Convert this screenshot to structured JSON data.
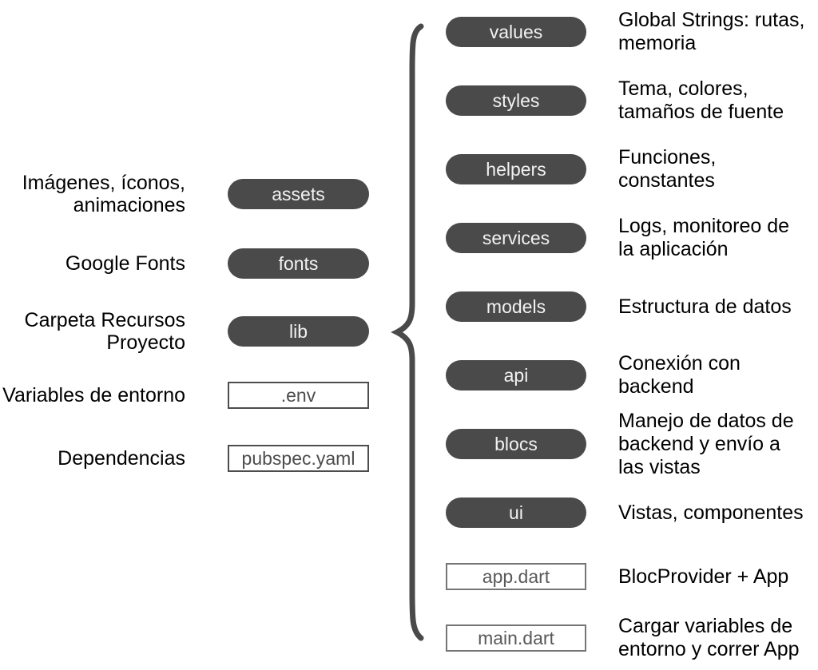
{
  "colors": {
    "background": "#ffffff",
    "text": "#000000",
    "pill_bg": "#4a4a4a",
    "pill_text": "#f2f2f2",
    "file_border_dark": "#4d4d4d",
    "file_text_dark": "#4d4d4d",
    "file_border_light": "#757575",
    "file_text_light": "#595959",
    "brace": "#4a4a4a"
  },
  "project_files": [
    {
      "label": "Imágenes, íconos,\nanimaciones",
      "node": "assets",
      "type": "folder"
    },
    {
      "label": "Google Fonts",
      "node": "fonts",
      "type": "folder"
    },
    {
      "label": "Carpeta Recursos\nProyecto",
      "node": "lib",
      "type": "folder"
    },
    {
      "label": "Variables de entorno",
      "node": ".env",
      "type": "file"
    },
    {
      "label": "Dependencias",
      "node": "pubspec.yaml",
      "type": "file"
    }
  ],
  "lib_contents": [
    {
      "node": "values",
      "type": "folder",
      "description": "Global Strings: rutas,\nmemoria"
    },
    {
      "node": "styles",
      "type": "folder",
      "description": "Tema, colores,\ntamaños de fuente"
    },
    {
      "node": "helpers",
      "type": "folder",
      "description": "Funciones,\nconstantes"
    },
    {
      "node": "services",
      "type": "folder",
      "description": "Logs, monitoreo de\nla aplicación"
    },
    {
      "node": "models",
      "type": "folder",
      "description": "Estructura de datos"
    },
    {
      "node": "api",
      "type": "folder",
      "description": "Conexión con\nbackend"
    },
    {
      "node": "blocs",
      "type": "folder",
      "description": "Manejo de datos de\nbackend y envío a\nlas vistas"
    },
    {
      "node": "ui",
      "type": "folder",
      "description": "Vistas, componentes"
    },
    {
      "node": "app.dart",
      "type": "file",
      "description": "BlocProvider + App"
    },
    {
      "node": "main.dart",
      "type": "file",
      "description": "Cargar variables de\nentorno y correr App"
    }
  ]
}
